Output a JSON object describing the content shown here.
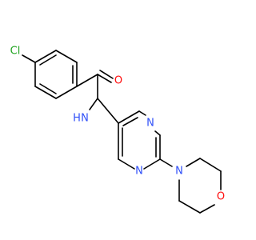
{
  "molecule": {
    "atoms": [
      {
        "id": "cl",
        "symbol": "Cl",
        "color": "#1fa31f"
      },
      {
        "id": "o_carbonyl",
        "symbol": "O",
        "color": "#ff0d0d"
      },
      {
        "id": "nh",
        "symbol": "N",
        "h": "H",
        "color": "#3050f8"
      },
      {
        "id": "n_pyr_top",
        "symbol": "N",
        "color": "#3050f8"
      },
      {
        "id": "n_pyr_bottom",
        "symbol": "N",
        "color": "#3050f8"
      },
      {
        "id": "n_morph",
        "symbol": "N",
        "color": "#3050f8"
      },
      {
        "id": "o_morph",
        "symbol": "O",
        "color": "#ff0d0d"
      }
    ]
  }
}
